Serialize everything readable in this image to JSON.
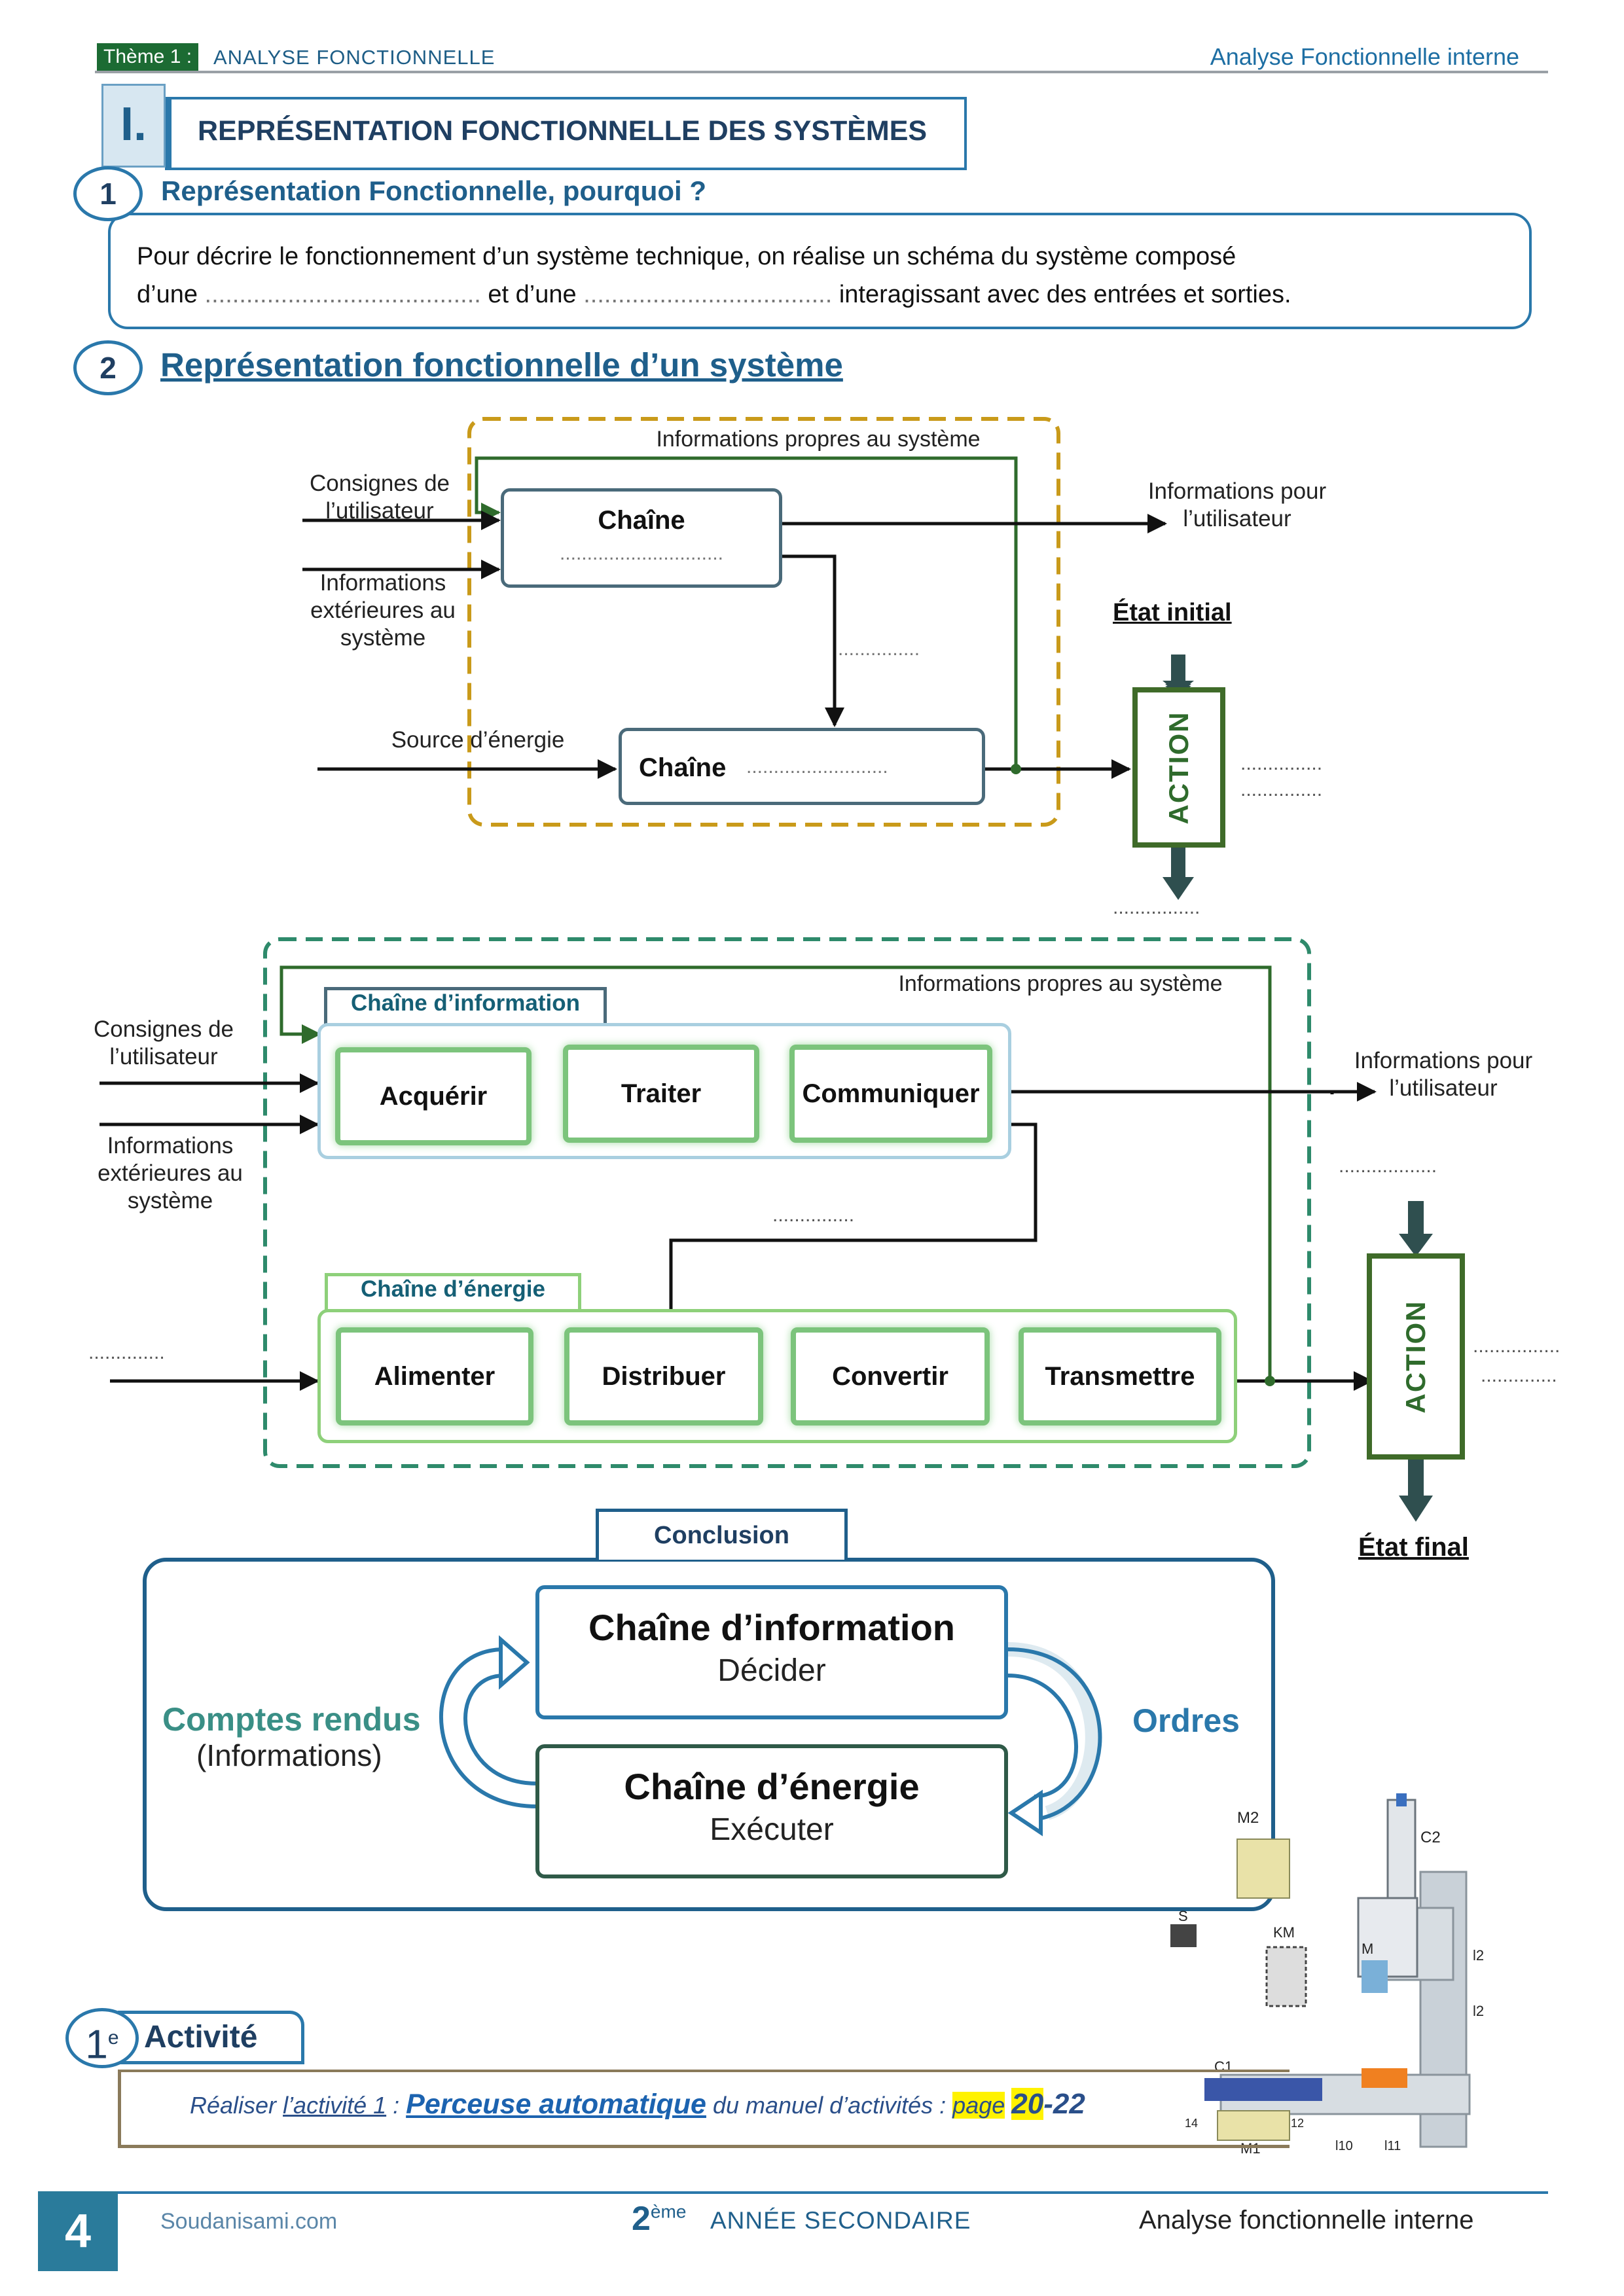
{
  "header": {
    "theme_label": "Thème 1 :",
    "theme_topic": "ANALYSE FONCTIONNELLE",
    "right_title": "Analyse Fonctionnelle interne"
  },
  "section": {
    "number": "I.",
    "title": "REPRÉSENTATION FONCTIONNELLE DES SYSTÈMES"
  },
  "sub1": {
    "number": "1",
    "title": "Représentation Fonctionnelle, pourquoi ?",
    "line1": "Pour décrire le fonctionnement d’un système technique, on réalise un schéma du système composé",
    "line2_a": "d’une",
    "line2_blank1": "........................................",
    "line2_b": "et d’une",
    "line2_blank2": "....................................",
    "line2_c": "interagissant avec des entrées et sorties."
  },
  "sub2": {
    "number": "2",
    "title": "Représentation fonctionnelle d’un système"
  },
  "diagram1": {
    "feedback_label": "Informations propres au système",
    "consignes": "Consignes  de l’utilisateur",
    "infos_ext": "Informations extérieures au système",
    "source": "Source d’énergie",
    "chain_top": "Chaîne",
    "chain_top_blank": "..............................",
    "chain_bottom": "Chaîne",
    "chain_bottom_blank": "..........................",
    "link_blank": "...............",
    "info_user": "Informations pour l’utilisateur",
    "etat_initial": "État initial",
    "action": "ACTION",
    "out_blank1": "...............",
    "out_blank2": "...............",
    "bottom_blank": "................"
  },
  "diagram2": {
    "feedback_label": "Informations propres au système",
    "info_tag": "Chaîne d’information",
    "energy_tag": "Chaîne d’énergie",
    "consignes": "Consignes  de l’utilisateur",
    "infos_ext": "Informations extérieures au système",
    "acquerir": "Acquérir",
    "traiter": "Traiter",
    "communiquer": "Communiquer",
    "alimenter": "Alimenter",
    "distribuer": "Distribuer",
    "convertir": "Convertir",
    "transmettre": "Transmettre",
    "info_user": "Informations pour l’utilisateur",
    "link_blank": "...............",
    "left_blank": "..............",
    "top_blank": "..................",
    "action": "ACTION",
    "out_blank1": "................",
    "out_blank2": "..............",
    "etat_final": "État final"
  },
  "conclusion": {
    "tag": "Conclusion",
    "info_title": "Chaîne d’information",
    "info_sub": "Décider",
    "energy_title": "Chaîne d’énergie",
    "energy_sub": "Exécuter",
    "left_main": "Comptes rendus",
    "left_sub": "(Informations)",
    "right": "Ordres"
  },
  "machine_labels": {
    "m2": "M2",
    "c2": "C2",
    "s": "S",
    "km": "KM",
    "m": "M",
    "l2a": "l2",
    "l2b": "l2",
    "c1": "C1",
    "m1": "M1",
    "l10": "l10",
    "l11": "l11",
    "n12": "12",
    "n14": "14"
  },
  "activity": {
    "num": "1",
    "sup": "e",
    "title": "Activité",
    "text_a": "Réaliser",
    "text_link": "l’activité 1",
    "text_colon": " : ",
    "text_bold": "Perceuse automatique",
    "text_b": " du manuel d’activités : ",
    "text_page": "page",
    "text_20": "20",
    "text_dash": "-22"
  },
  "footer": {
    "page_number": "4",
    "site": "Soudanisami.com",
    "level_num": "2",
    "level_sup": "ème",
    "level_text": "ANNÉE SECONDAIRE",
    "right": "Analyse fonctionnelle interne"
  },
  "colors": {
    "blue": "#2a78ab",
    "dark_green": "#2f6b2c",
    "gold": "#c99a1a",
    "teal": "#2e8a6b"
  }
}
